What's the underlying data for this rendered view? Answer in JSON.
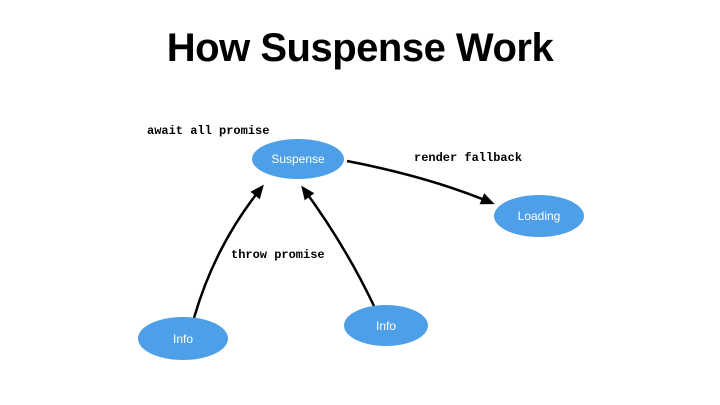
{
  "slide": {
    "title": "How Suspense Work"
  },
  "diagram": {
    "nodes": [
      {
        "id": "suspense",
        "label": "Suspense"
      },
      {
        "id": "loading",
        "label": "Loading"
      },
      {
        "id": "info-left",
        "label": "Info"
      },
      {
        "id": "info-center",
        "label": "Info"
      }
    ],
    "edge_labels": [
      {
        "id": "await-all-promise",
        "text": "await all promise"
      },
      {
        "id": "render-fallback",
        "text": "render fallback"
      },
      {
        "id": "throw-promise",
        "text": "throw promise"
      }
    ],
    "edges": [
      {
        "from": "suspense",
        "to": "loading",
        "label": "render fallback"
      },
      {
        "from": "info-left",
        "to": "suspense",
        "label": "throw promise"
      },
      {
        "from": "info-center",
        "to": "suspense",
        "label": "throw promise"
      }
    ],
    "colors": {
      "node_fill": "#4D9FE8",
      "node_text": "#FFFFFF",
      "arrow": "#000000",
      "background": "#FFFFFF"
    }
  }
}
